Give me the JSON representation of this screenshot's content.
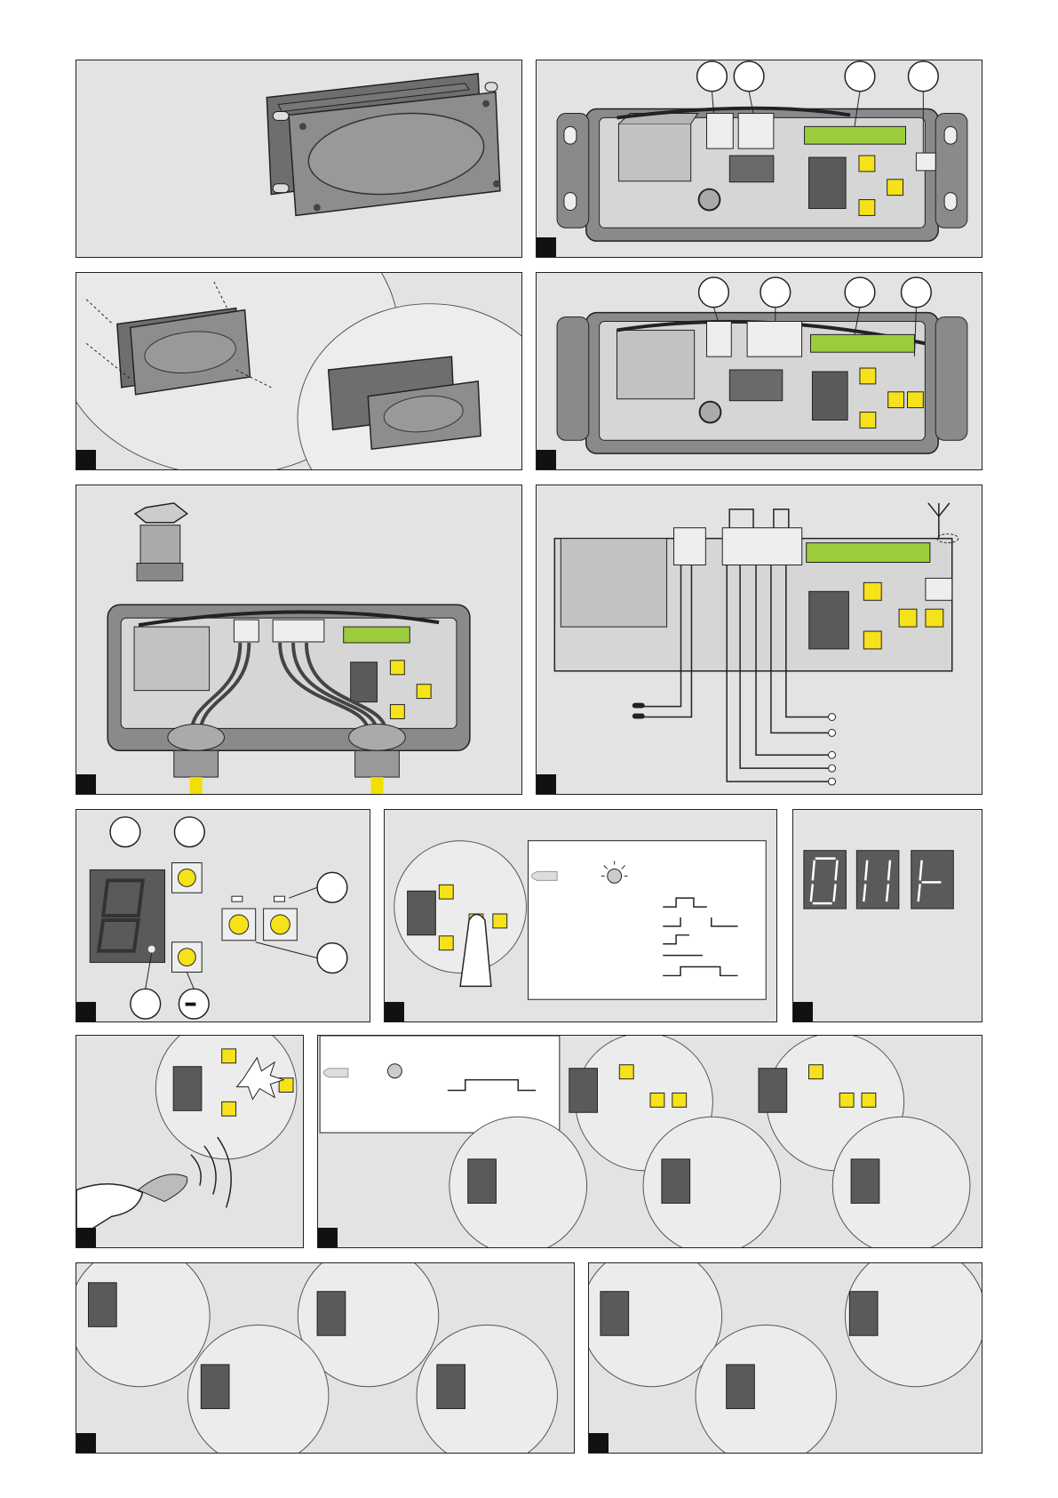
{
  "figure_labels": {
    "minus_sign": "–"
  },
  "panel_names": [
    "fig-1",
    "fig-2",
    "fig-3",
    "fig-4",
    "fig-5",
    "fig-6",
    "fig-7",
    "fig-8",
    "fig-9",
    "fig-10",
    "fig-11",
    "fig-12",
    "fig-13"
  ],
  "colors": {
    "panel_bg": "#e3e3e3",
    "housing": "#8a8a8a",
    "board": "#d6d6d6",
    "terminal_green": "#9ccc3c",
    "button_yellow": "#f6e21a",
    "display": "#5a5a5a",
    "cable_yellow": "#f0e000"
  },
  "icons": [
    "finger-icon",
    "light-bulb-icon",
    "remote-control-icon",
    "signal-waves-icon",
    "antenna-icon",
    "flash-burst-icon"
  ]
}
